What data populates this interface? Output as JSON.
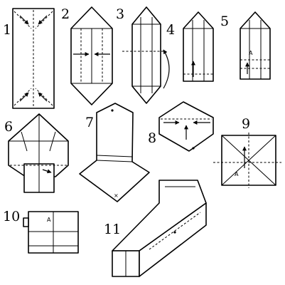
{
  "steps": [
    {
      "number": "1"
    },
    {
      "number": "2"
    },
    {
      "number": "3"
    },
    {
      "number": "4"
    },
    {
      "number": "5"
    },
    {
      "number": "6"
    },
    {
      "number": "7"
    },
    {
      "number": "8"
    },
    {
      "number": "9"
    },
    {
      "number": "10"
    },
    {
      "number": "11"
    }
  ],
  "marks": {
    "step5": "A",
    "step9": "A",
    "step10": "A"
  }
}
